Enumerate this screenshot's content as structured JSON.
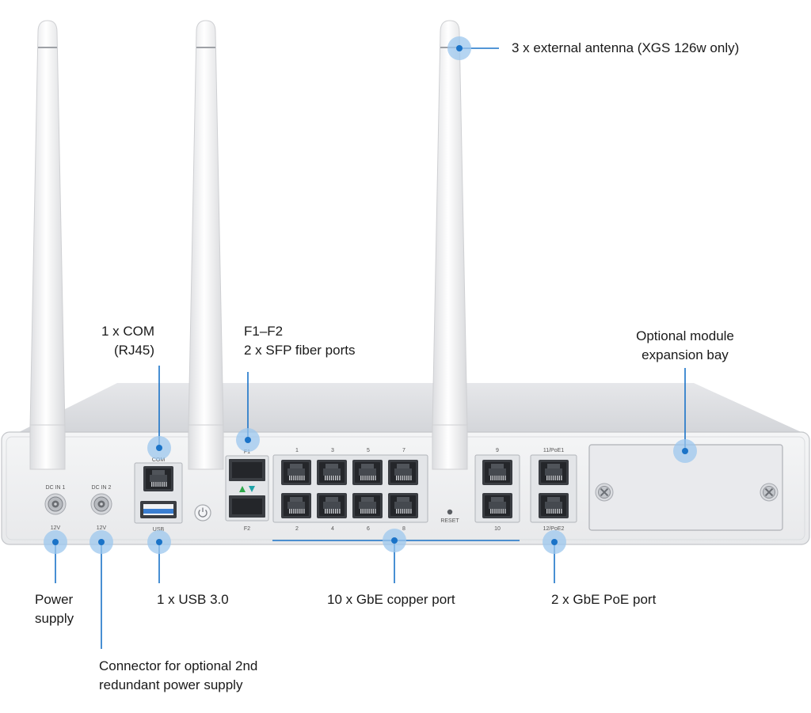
{
  "callouts": {
    "antenna": "3 x external antenna (XGS 126w only)",
    "com_line1": "1 x COM",
    "com_line2": "(RJ45)",
    "sfp_line1": "F1–F2",
    "sfp_line2": "2 x SFP fiber ports",
    "module_line1": "Optional module",
    "module_line2": "expansion bay",
    "power_line1": "Power",
    "power_line2": "supply",
    "usb": "1 x USB 3.0",
    "copper": "10 x GbE copper port",
    "poe": "2 x GbE PoE port",
    "redundant_line1": "Connector for optional 2nd",
    "redundant_line2": "redundant power supply"
  },
  "device_labels": {
    "dc_in_1": "DC IN 1",
    "dc_in_2": "DC IN 2",
    "volt_1": "12V",
    "volt_2": "12V",
    "com": "COM",
    "usb": "USB",
    "f1": "F1",
    "f2": "F2",
    "port_1": "1",
    "port_2": "2",
    "port_3": "3",
    "port_4": "4",
    "port_5": "5",
    "port_6": "6",
    "port_7": "7",
    "port_8": "8",
    "port_9": "9",
    "port_10": "10",
    "port_11": "11/PoE1",
    "port_12": "12/PoE2",
    "reset": "RESET"
  },
  "colors": {
    "callout_blue": "#1a73c8",
    "callout_halo": "#9cc7ee",
    "chassis_face": "#eff0f2",
    "chassis_top": "#dcdee2",
    "port_dark": "#3a3d42",
    "antenna": "#f4f4f5",
    "led_green": "#2ea84a",
    "led_teal": "#1fa3a8"
  },
  "icons": [
    "power-button-icon",
    "screw-icon",
    "rj45-port-icon",
    "usb-port-icon",
    "sfp-port-icon",
    "dc-jack-icon"
  ]
}
